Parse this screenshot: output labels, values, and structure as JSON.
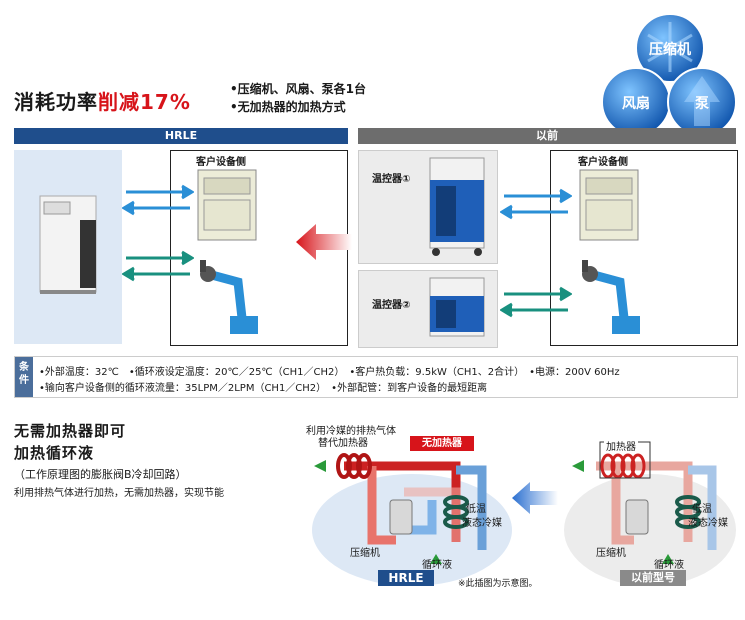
{
  "badges": {
    "compressor": "压缩机",
    "fan": "风扇",
    "pump": "泵"
  },
  "headline": {
    "prefix": "消耗功率",
    "highlight": "削减17%"
  },
  "bullets": [
    "•压缩机、风扇、泵各1台",
    "•无加热器的加热方式"
  ],
  "panels": {
    "hrle": {
      "header": "HRLE",
      "client_label": "客户设备侧"
    },
    "previous": {
      "header": "以前",
      "client_label": "客户设备侧",
      "unit1": "温控器①",
      "unit2": "温控器②"
    }
  },
  "conditions": {
    "tag": "条件",
    "line1": "•外部温度：32℃　•循环液设定温度：20℃／25℃（CH1／CH2）　•客户热负载：9.5kW（CH1、2合计）　•电源：200V 60Hz",
    "line2": "•输向客户设备侧的循环液流量：35LPM／2LPM（CH1／CH2）　•外部配管：到客户设备的最短距离"
  },
  "section2": {
    "title1": "无需加热器即可",
    "title2": "加热循环液",
    "sub1": "（工作原理图的膨胀阀B冷却回路）",
    "sub2": "利用排热气体进行加热，无需加热器，实现节能"
  },
  "diagram_hrle": {
    "exhaust_note1": "利用冷媒的排热气体",
    "exhaust_note2": "替代加热器",
    "no_heater": "无加热器",
    "low_temp1": "低温",
    "low_temp2": "液态冷媒",
    "compressor": "压缩机",
    "circulating": "循环液",
    "model": "HRLE",
    "note": "※此插图为示意图。"
  },
  "diagram_prev": {
    "heater": "加热器",
    "low_temp1": "低温",
    "low_temp2": "液态冷媒",
    "compressor": "压缩机",
    "circulating": "循环液",
    "model": "以前型号"
  },
  "colors": {
    "blue_bar": "#1f4e8c",
    "gray_bar": "#6d6d6d",
    "teal": "#19907f",
    "cyan": "#2a8fd6",
    "red": "#d7141a",
    "panel_blue": "#dde8f5",
    "panel_gray": "#ececec"
  }
}
